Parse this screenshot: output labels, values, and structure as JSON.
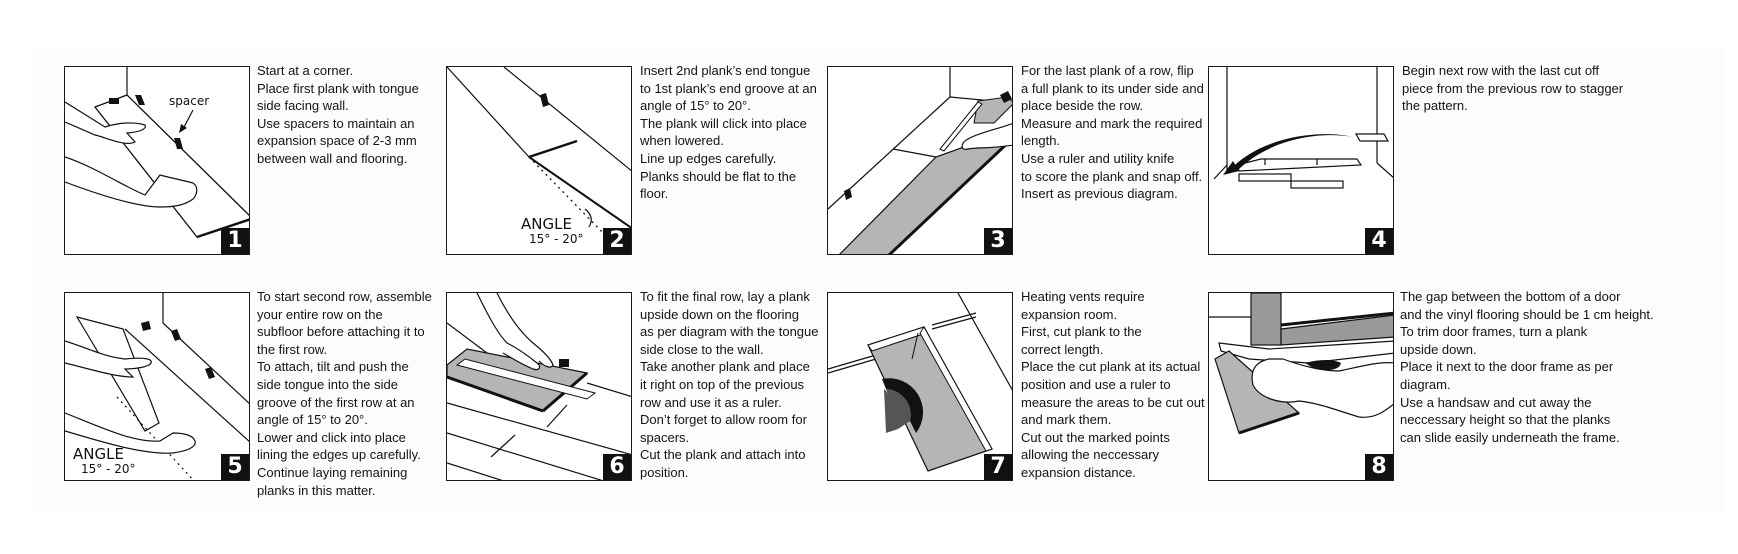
{
  "document": {
    "title": "Vinyl plank flooring installation steps",
    "accent_color": "#111111",
    "plank_gray": "#b5b5b5"
  },
  "panels": [
    {
      "number": "1",
      "illustration": "placing-first-plank-with-spacers",
      "labels": {
        "callout": "spacer"
      },
      "lines": [
        "Start at a corner.",
        "Place first plank with tongue",
        "side facing wall.",
        "Use spacers to maintain an",
        "expansion space of 2-3 mm",
        "between wall and flooring."
      ]
    },
    {
      "number": "2",
      "illustration": "angled-end-joint-insertion",
      "labels": {
        "angle_title": "ANGLE",
        "angle_range": "15° - 20°"
      },
      "lines": [
        "Insert 2nd plank’s end tongue",
        "to 1st plank’s end groove at an",
        "angle of 15° to 20°.",
        "The plank will click into place",
        "when lowered.",
        "Line up edges carefully.",
        "Planks should be flat to the",
        " floor."
      ]
    },
    {
      "number": "3",
      "illustration": "scoring-last-plank-with-knife",
      "lines": [
        "For the last plank of a row, flip",
        "a full plank to its under side and",
        "place beside the row.",
        "Measure and mark the required",
        "length.",
        "Use a ruler and utility knife",
        "to score the plank and snap off.",
        "Insert as previous diagram."
      ]
    },
    {
      "number": "4",
      "illustration": "stagger-next-row-arrow",
      "lines": [
        "Begin next row with the last cut off",
        "piece from the previous row to stagger",
        "the pattern."
      ]
    },
    {
      "number": "5",
      "illustration": "tilting-second-row-into-first",
      "labels": {
        "angle_title": "ANGLE",
        "angle_range": "15° - 20°"
      },
      "lines": [
        "To start second row, assemble",
        "your entire row on the",
        "subfloor before attaching it to",
        "the first row.",
        "To attach,  tilt and push the",
        "side tongue into the side",
        "groove of the first row at an",
        "angle of 15° to 20°.",
        "Lower and click into place",
        "lining the edges up carefully.",
        "Continue laying remaining",
        "planks in this matter."
      ]
    },
    {
      "number": "6",
      "illustration": "marking-final-row-with-plank-ruler",
      "lines": [
        "To fit the final row, lay a plank",
        "upside down on the flooring",
        "as per diagram with the tongue",
        "side close to the wall.",
        "Take another plank and place",
        "it right on top of the previous",
        "row and use it as a ruler.",
        "Don’t forget to allow room for",
        "spacers.",
        "Cut the plank and attach into",
        "position."
      ]
    },
    {
      "number": "7",
      "illustration": "cutting-around-heating-vent",
      "lines": [
        "Heating vents require",
        "expansion room.",
        "First, cut plank to the",
        "correct length.",
        "Place the cut plank at its actual",
        "position and use a ruler to",
        "measure the areas to be cut out",
        "and mark them.",
        "Cut out the marked points",
        "allowing the neccessary",
        "expansion distance."
      ]
    },
    {
      "number": "8",
      "illustration": "trimming-door-frame-with-handsaw",
      "lines": [
        "The gap between the bottom of a door",
        "and the vinyl flooring should be 1 cm height.",
        "To trim door frames, turn a plank",
        "upside down.",
        "Place it next to the door frame as per",
        "diagram.",
        "Use a handsaw and cut away the",
        "neccessary height so that the planks",
        "can slide easily underneath the frame."
      ]
    }
  ]
}
